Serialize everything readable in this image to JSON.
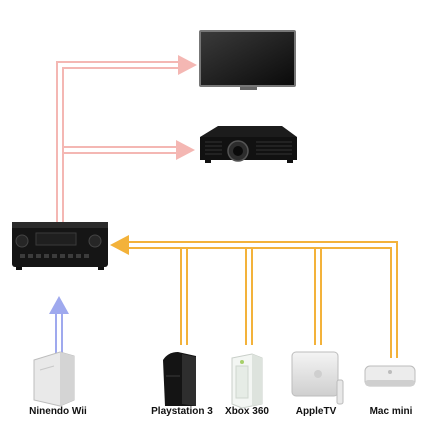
{
  "devices": {
    "wii": {
      "label": "Ninendo Wii",
      "icon": "wii-console-icon"
    },
    "ps3": {
      "label": "Playstation 3",
      "icon": "ps3-console-icon"
    },
    "xbox": {
      "label": "Xbox 360",
      "icon": "xbox-console-icon"
    },
    "appletv": {
      "label": "AppleTV",
      "icon": "appletv-icon"
    },
    "macmini": {
      "label": "Mac mini",
      "icon": "mac-mini-icon"
    },
    "tv": {
      "icon": "flat-tv-icon"
    },
    "projector": {
      "icon": "projector-icon"
    },
    "receiver": {
      "icon": "av-receiver-icon"
    }
  },
  "colors": {
    "video_out": "#f4b7b3",
    "hdmi_in": "#f3b23a",
    "wii_in": "#9fa9ee"
  }
}
